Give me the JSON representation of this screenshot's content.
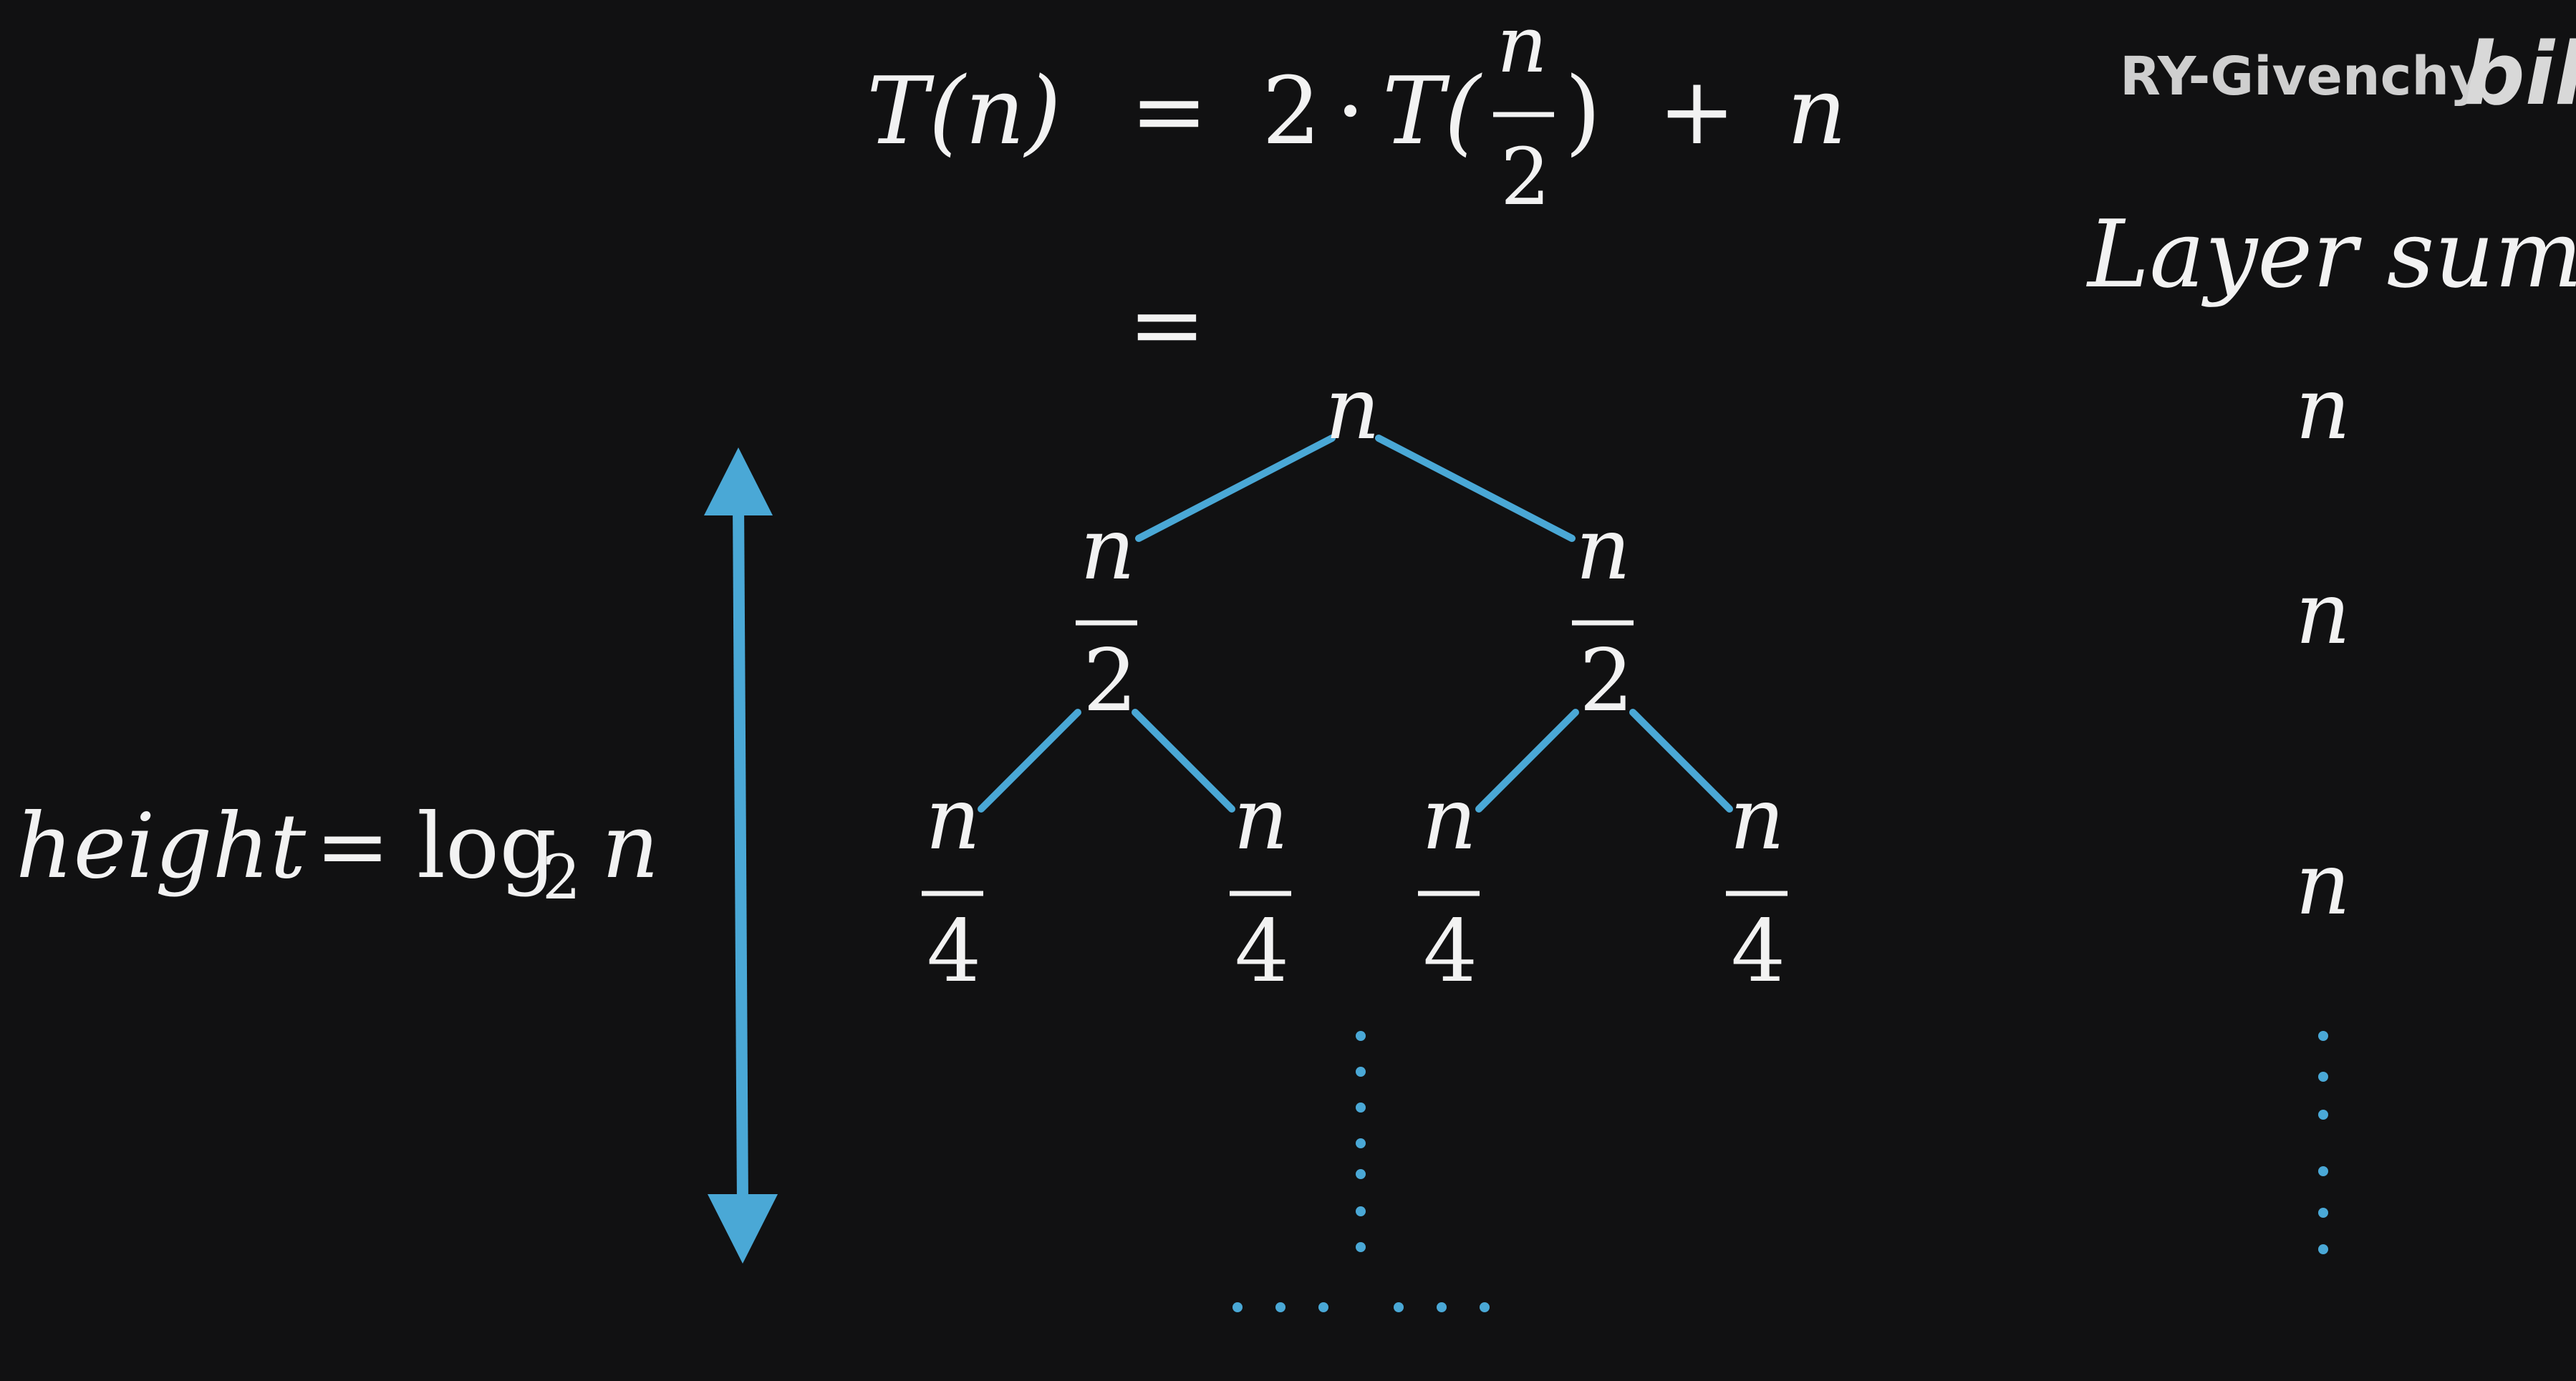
{
  "colors": {
    "background": "#111112",
    "accent": "#4aa8d6",
    "text": "#f2f2f2"
  },
  "watermark": {
    "author": "RY-Givenchy",
    "logo_text": "bili"
  },
  "equation": {
    "lhs": "T(n)",
    "equals": "=",
    "coef": "2",
    "dot": "·",
    "func": "T(",
    "frac_num": "n",
    "frac_den": "2",
    "close": ")",
    "plus": "+",
    "last": "n"
  },
  "second_equals": "=",
  "tree": {
    "root": "n",
    "level1": [
      {
        "num": "n",
        "den": "2"
      },
      {
        "num": "n",
        "den": "2"
      }
    ],
    "level2": [
      {
        "num": "n",
        "den": "4"
      },
      {
        "num": "n",
        "den": "4"
      },
      {
        "num": "n",
        "den": "4"
      },
      {
        "num": "n",
        "den": "4"
      }
    ]
  },
  "height_label": {
    "word": "height",
    "equals": "=",
    "func": "log",
    "sub": "2",
    "arg": "n"
  },
  "layer_sum": {
    "title": "Layer sum",
    "values": [
      "n",
      "n",
      "n"
    ]
  }
}
